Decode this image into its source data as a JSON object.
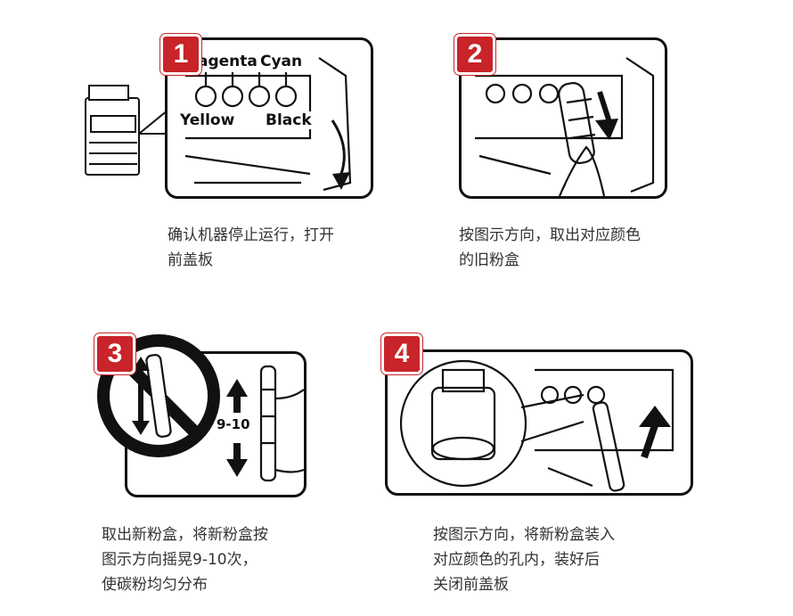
{
  "steps": [
    {
      "number": "1",
      "caption": "确认机器停止运行，打开\n前盖板",
      "labels": {
        "magenta": "agenta",
        "cyan": "Cyan",
        "yellow": "Yellow",
        "black": "Black"
      }
    },
    {
      "number": "2",
      "caption": "按图示方向，取出对应颜色\n的旧粉盒"
    },
    {
      "number": "3",
      "caption": "取出新粉盒，将新粉盒按\n图示方向摇晃9-10次，\n使碳粉均匀分布",
      "shake_count": "9-10"
    },
    {
      "number": "4",
      "caption": "按图示方向，将新粉盒装入\n对应颜色的孔内，装好后\n关闭前盖板"
    }
  ],
  "colors": {
    "badge": "#c8242a",
    "outline": "#111111"
  }
}
